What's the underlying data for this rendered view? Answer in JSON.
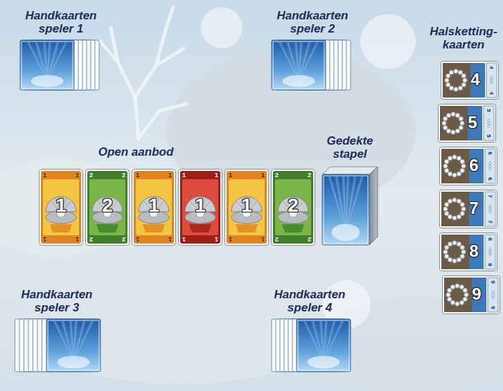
{
  "diagram": {
    "nodes": [
      {
        "text": [
          "Handkaarten speler 1"
        ]
      },
      {
        "text": [
          "Handkaarten speler 2"
        ]
      },
      {
        "text": [
          "1",
          "1",
          "1",
          "1",
          "1"
        ]
      },
      {
        "text": [
          "2",
          "2",
          "2",
          "2",
          "2"
        ]
      },
      {
        "text": [
          "1",
          "1",
          "1",
          "1",
          "1"
        ]
      },
      {
        "text": [
          "1",
          "1",
          "1",
          "1",
          "1"
        ]
      },
      {
        "text": [
          "1",
          "1",
          "1",
          "1",
          "1"
        ]
      },
      {
        "text": [
          "2",
          "2",
          "2",
          "2",
          "2"
        ]
      },
      {
        "text": [
          "Gedekte stapel"
        ]
      },
      {
        "text": [
          "Handkaarten speler 3"
        ]
      },
      {
        "text": [
          "Handkaarten speler 4"
        ]
      },
      {
        "text": [
          "4",
          "4",
          "4"
        ]
      },
      {
        "text": [
          "5",
          "5",
          "5"
        ]
      },
      {
        "text": [
          "6",
          "6",
          "6"
        ]
      },
      {
        "text": [
          "7",
          "7",
          "7"
        ]
      },
      {
        "text": [
          "8",
          "8",
          "8"
        ]
      },
      {
        "text": [
          "9",
          "9",
          "9"
        ]
      }
    ],
    "labels": [
      "Halsketting-kaarten",
      "Open aanbod"
    ]
  }
}
